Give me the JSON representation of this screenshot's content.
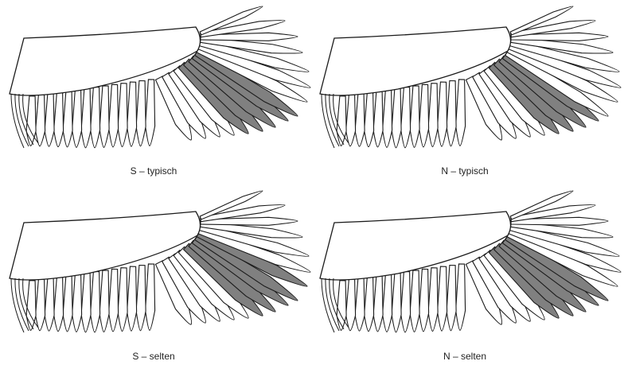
{
  "figure": {
    "panels": [
      {
        "id": "s-typisch",
        "label": "S – typisch",
        "shaded_feathers": [
          7,
          8,
          9,
          10,
          11
        ]
      },
      {
        "id": "n-typisch",
        "label": "N – typisch",
        "shaded_feathers": [
          8,
          9,
          10,
          11
        ]
      },
      {
        "id": "s-selten",
        "label": "S – selten",
        "shaded_feathers": [
          6,
          7,
          8,
          9,
          10
        ]
      },
      {
        "id": "n-selten",
        "label": "N – selten",
        "shaded_feathers": [
          7,
          8,
          9,
          10,
          11
        ]
      }
    ],
    "colors": {
      "outline": "#1a1a1a",
      "feather_fill": "#ffffff",
      "shaded_fill": "#808080",
      "background": "#ffffff"
    }
  }
}
